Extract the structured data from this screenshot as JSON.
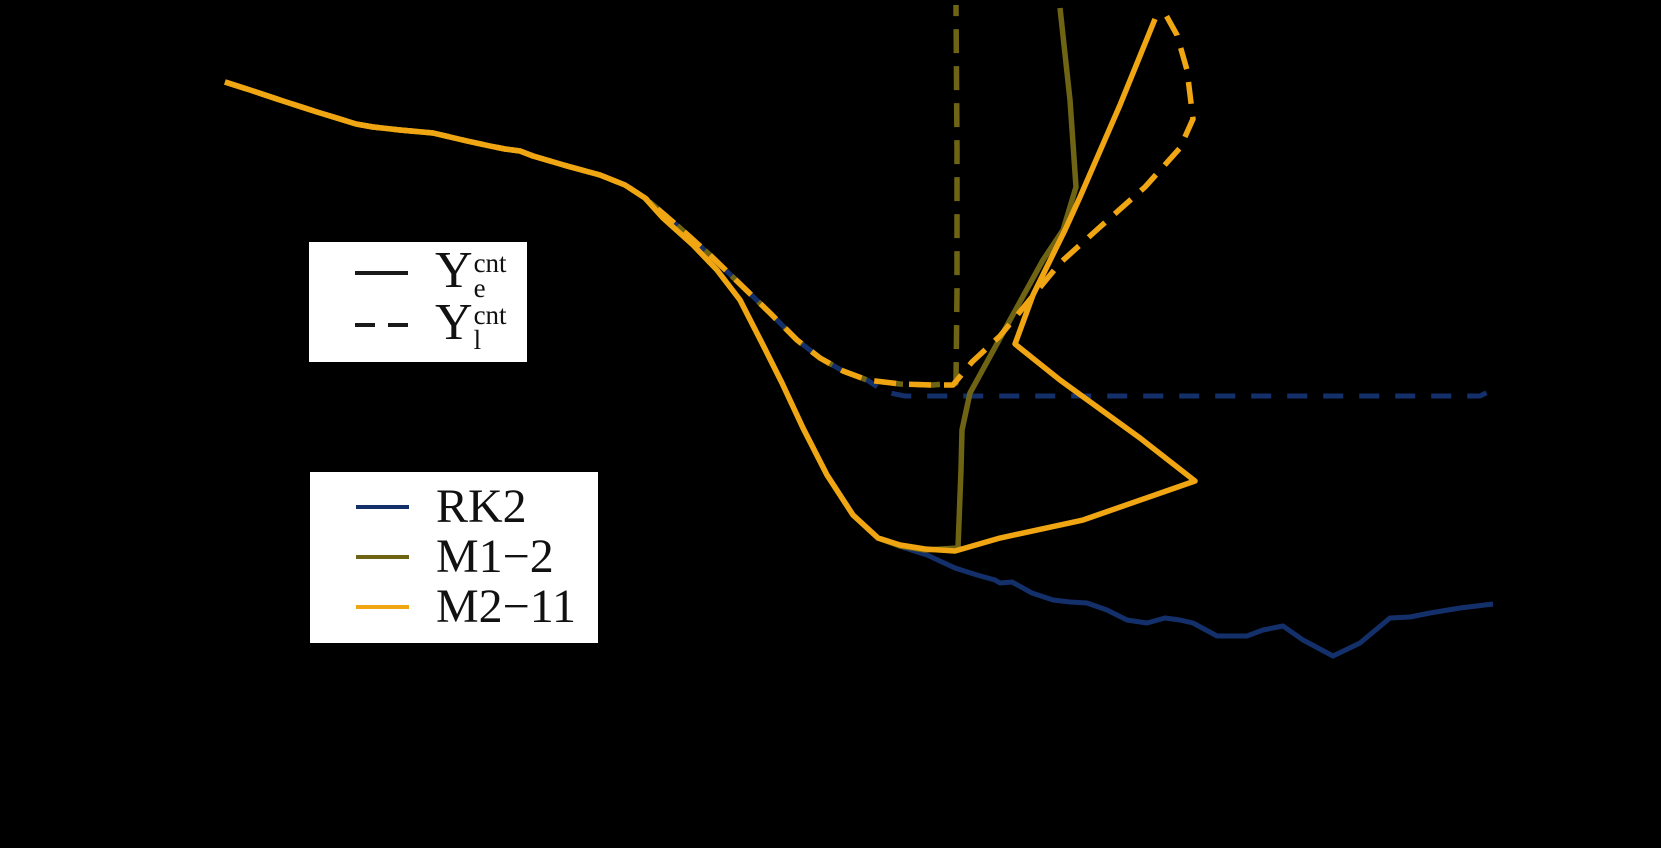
{
  "figure": {
    "background_color": "#000000",
    "note": "Plot axes, tick labels and axis titles are rendered black-on-black and are not visible; only the data curves and the two white legend boxes are visible."
  },
  "legend1": {
    "rows": [
      {
        "style": "solid",
        "color": "#1a1a1a",
        "label": {
          "base": "Y",
          "sup": "cnt",
          "sub": "e"
        }
      },
      {
        "style": "dashed",
        "color": "#1a1a1a",
        "label": {
          "base": "Y",
          "sup": "cnt",
          "sub": "l"
        }
      }
    ]
  },
  "legend2": {
    "rows": [
      {
        "style": "solid",
        "color": "#14306B",
        "label": "RK2"
      },
      {
        "style": "solid",
        "color": "#6E6414",
        "label": "M1−2"
      },
      {
        "style": "solid",
        "color": "#F0A512",
        "label": "M2−11"
      }
    ]
  },
  "chart_data": {
    "type": "line",
    "title": "",
    "xlabel": "",
    "ylabel": "",
    "grid": false,
    "background": "#000000",
    "axes_visible": false,
    "legend_positions": [
      "upper-left quantity legend (line style)",
      "center-left method legend (color)"
    ],
    "colors": {
      "RK2": "#14306B",
      "M1-2": "#6E6414",
      "M2-11": "#F0A512"
    },
    "linestyle_meaning": {
      "solid": "Y_e^cnt",
      "dashed": "Y_l^cnt"
    },
    "coordinate_space": "image pixels (axis labels not visible in source)",
    "series": [
      {
        "id": "rk2-solid",
        "name": "RK2 Y_e^cnt",
        "color": "#14306B",
        "width": 5,
        "dash": null,
        "points": [
          [
            225,
            82
          ],
          [
            250,
            90
          ],
          [
            283,
            101
          ],
          [
            317,
            112
          ],
          [
            340,
            119
          ],
          [
            356,
            124
          ],
          [
            373,
            127
          ],
          [
            400,
            130
          ],
          [
            433,
            133
          ],
          [
            467,
            141
          ],
          [
            490,
            146
          ],
          [
            505,
            149
          ],
          [
            520,
            151
          ],
          [
            533,
            156
          ],
          [
            567,
            166
          ],
          [
            600,
            175
          ],
          [
            625,
            185
          ],
          [
            645,
            198
          ],
          [
            663,
            218
          ],
          [
            693,
            245
          ],
          [
            717,
            270
          ],
          [
            740,
            300
          ],
          [
            763,
            345
          ],
          [
            782,
            383
          ],
          [
            803,
            428
          ],
          [
            827,
            475
          ],
          [
            853,
            515
          ],
          [
            878,
            538
          ],
          [
            900,
            546
          ],
          [
            905,
            548
          ],
          [
            927,
            555
          ],
          [
            955,
            568
          ],
          [
            977,
            575
          ],
          [
            995,
            580
          ],
          [
            1000,
            583
          ],
          [
            1012,
            582
          ],
          [
            1032,
            593
          ],
          [
            1053,
            600
          ],
          [
            1070,
            602
          ],
          [
            1087,
            603
          ],
          [
            1107,
            610
          ],
          [
            1127,
            620
          ],
          [
            1147,
            623
          ],
          [
            1165,
            618
          ],
          [
            1180,
            620
          ],
          [
            1193,
            623
          ],
          [
            1217,
            636
          ],
          [
            1247,
            636
          ],
          [
            1263,
            630
          ],
          [
            1283,
            626
          ],
          [
            1303,
            640
          ],
          [
            1333,
            656
          ],
          [
            1360,
            643
          ],
          [
            1390,
            618
          ],
          [
            1410,
            617
          ],
          [
            1430,
            613
          ],
          [
            1460,
            608
          ],
          [
            1493,
            604
          ]
        ]
      },
      {
        "id": "rk2-dashed",
        "name": "RK2 Y_l^cnt",
        "color": "#14306B",
        "width": 5,
        "dash": "20 16",
        "points": [
          [
            225,
            82
          ],
          [
            250,
            90
          ],
          [
            283,
            101
          ],
          [
            317,
            112
          ],
          [
            340,
            119
          ],
          [
            356,
            124
          ],
          [
            373,
            127
          ],
          [
            400,
            130
          ],
          [
            433,
            133
          ],
          [
            467,
            141
          ],
          [
            490,
            146
          ],
          [
            505,
            149
          ],
          [
            520,
            151
          ],
          [
            533,
            156
          ],
          [
            567,
            166
          ],
          [
            600,
            175
          ],
          [
            625,
            185
          ],
          [
            645,
            198
          ],
          [
            680,
            228
          ],
          [
            710,
            255
          ],
          [
            740,
            284
          ],
          [
            770,
            313
          ],
          [
            797,
            340
          ],
          [
            820,
            358
          ],
          [
            843,
            371
          ],
          [
            867,
            380
          ],
          [
            885,
            392
          ],
          [
            905,
            396
          ],
          [
            1480,
            396
          ],
          [
            1496,
            388
          ]
        ]
      },
      {
        "id": "m1-2-solid",
        "name": "M1-2 Y_e^cnt",
        "color": "#6E6414",
        "width": 5.5,
        "dash": null,
        "points": [
          [
            225,
            82
          ],
          [
            250,
            90
          ],
          [
            283,
            101
          ],
          [
            317,
            112
          ],
          [
            340,
            119
          ],
          [
            356,
            124
          ],
          [
            373,
            127
          ],
          [
            400,
            130
          ],
          [
            433,
            133
          ],
          [
            467,
            141
          ],
          [
            490,
            146
          ],
          [
            505,
            149
          ],
          [
            520,
            151
          ],
          [
            533,
            156
          ],
          [
            567,
            166
          ],
          [
            600,
            175
          ],
          [
            625,
            185
          ],
          [
            645,
            198
          ],
          [
            663,
            218
          ],
          [
            693,
            245
          ],
          [
            717,
            270
          ],
          [
            740,
            300
          ],
          [
            763,
            345
          ],
          [
            782,
            383
          ],
          [
            803,
            428
          ],
          [
            827,
            475
          ],
          [
            853,
            515
          ],
          [
            878,
            538
          ],
          [
            900,
            546
          ],
          [
            925,
            550
          ],
          [
            958,
            548
          ],
          [
            961,
            470
          ],
          [
            962,
            430
          ],
          [
            970,
            393
          ],
          [
            1010,
            320
          ],
          [
            1043,
            260
          ],
          [
            1063,
            230
          ],
          [
            1076,
            187
          ],
          [
            1070,
            100
          ],
          [
            1060,
            8
          ]
        ]
      },
      {
        "id": "m1-2-dashed",
        "name": "M1-2 Y_l^cnt",
        "color": "#6E6414",
        "width": 5.5,
        "dash": "24 13",
        "points": [
          [
            225,
            82
          ],
          [
            250,
            90
          ],
          [
            283,
            101
          ],
          [
            317,
            112
          ],
          [
            340,
            119
          ],
          [
            356,
            124
          ],
          [
            373,
            127
          ],
          [
            400,
            130
          ],
          [
            433,
            133
          ],
          [
            467,
            141
          ],
          [
            490,
            146
          ],
          [
            505,
            149
          ],
          [
            520,
            151
          ],
          [
            533,
            156
          ],
          [
            567,
            166
          ],
          [
            600,
            175
          ],
          [
            625,
            185
          ],
          [
            645,
            198
          ],
          [
            680,
            228
          ],
          [
            710,
            255
          ],
          [
            740,
            284
          ],
          [
            770,
            313
          ],
          [
            797,
            340
          ],
          [
            820,
            358
          ],
          [
            843,
            371
          ],
          [
            867,
            380
          ],
          [
            900,
            384
          ],
          [
            933,
            385
          ],
          [
            956,
            383
          ],
          [
            957,
            290
          ],
          [
            957,
            150
          ],
          [
            956,
            5
          ]
        ]
      },
      {
        "id": "m2-11-solid",
        "name": "M2-11 Y_e^cnt",
        "color": "#F0A512",
        "width": 5.5,
        "dash": null,
        "points": [
          [
            225,
            82
          ],
          [
            250,
            90
          ],
          [
            283,
            101
          ],
          [
            317,
            112
          ],
          [
            340,
            119
          ],
          [
            356,
            124
          ],
          [
            373,
            127
          ],
          [
            400,
            130
          ],
          [
            433,
            133
          ],
          [
            467,
            141
          ],
          [
            490,
            146
          ],
          [
            505,
            149
          ],
          [
            520,
            151
          ],
          [
            533,
            156
          ],
          [
            567,
            166
          ],
          [
            600,
            175
          ],
          [
            625,
            185
          ],
          [
            645,
            198
          ],
          [
            663,
            218
          ],
          [
            693,
            245
          ],
          [
            717,
            270
          ],
          [
            740,
            300
          ],
          [
            763,
            345
          ],
          [
            782,
            383
          ],
          [
            803,
            428
          ],
          [
            827,
            475
          ],
          [
            853,
            515
          ],
          [
            878,
            538
          ],
          [
            900,
            545
          ],
          [
            925,
            549
          ],
          [
            955,
            551
          ],
          [
            1000,
            538
          ],
          [
            1083,
            520
          ],
          [
            1195,
            481
          ],
          [
            1140,
            438
          ],
          [
            1060,
            380
          ],
          [
            1015,
            344
          ],
          [
            1033,
            295
          ],
          [
            1065,
            230
          ],
          [
            1080,
            197
          ],
          [
            1120,
            105
          ],
          [
            1155,
            19
          ]
        ]
      },
      {
        "id": "m2-11-dashed",
        "name": "M2-11 Y_l^cnt",
        "color": "#F0A512",
        "width": 5.5,
        "dash": "22 13",
        "points": [
          [
            225,
            82
          ],
          [
            250,
            90
          ],
          [
            283,
            101
          ],
          [
            317,
            112
          ],
          [
            340,
            119
          ],
          [
            356,
            124
          ],
          [
            373,
            127
          ],
          [
            400,
            130
          ],
          [
            433,
            133
          ],
          [
            467,
            141
          ],
          [
            490,
            146
          ],
          [
            505,
            149
          ],
          [
            520,
            151
          ],
          [
            533,
            156
          ],
          [
            567,
            166
          ],
          [
            600,
            175
          ],
          [
            625,
            185
          ],
          [
            645,
            198
          ],
          [
            680,
            228
          ],
          [
            710,
            255
          ],
          [
            740,
            284
          ],
          [
            770,
            313
          ],
          [
            797,
            340
          ],
          [
            820,
            358
          ],
          [
            843,
            371
          ],
          [
            867,
            380
          ],
          [
            900,
            384
          ],
          [
            933,
            385
          ],
          [
            953,
            385
          ],
          [
            972,
            362
          ],
          [
            1000,
            336
          ],
          [
            1060,
            263
          ],
          [
            1100,
            227
          ],
          [
            1145,
            187
          ],
          [
            1180,
            148
          ],
          [
            1193,
            119
          ],
          [
            1187,
            70
          ],
          [
            1177,
            35
          ],
          [
            1162,
            8
          ]
        ]
      }
    ]
  }
}
